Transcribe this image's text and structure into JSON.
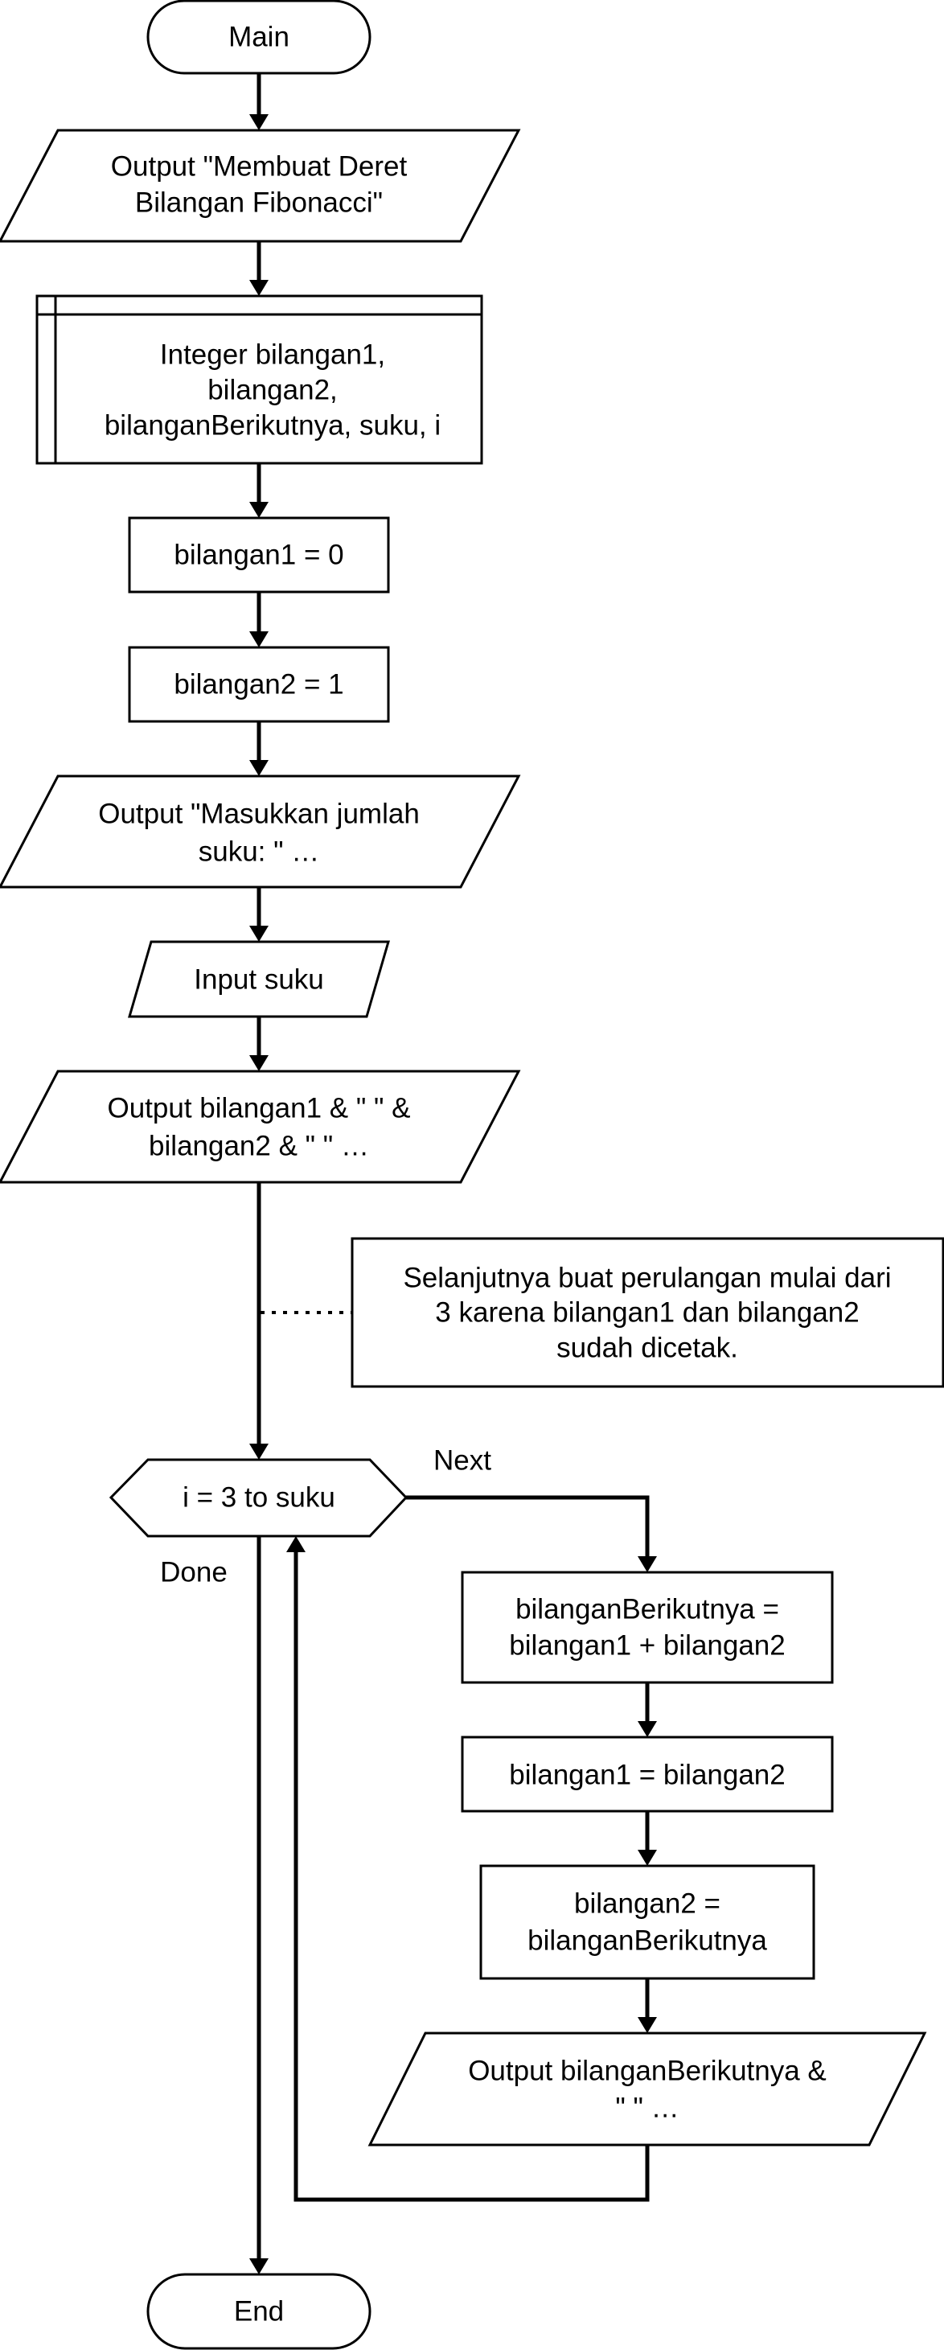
{
  "flowchart": {
    "start_label": "Main",
    "print_title": [
      "Output \"Membuat Deret",
      "Bilangan Fibonacci\""
    ],
    "declare_vars": [
      "Integer bilangan1,",
      "bilangan2,",
      "bilanganBerikutnya, suku, i"
    ],
    "assign_b1": "bilangan1 = 0",
    "assign_b2": "bilangan2 = 1",
    "prompt_output": [
      "Output \"Masukkan jumlah",
      "suku: \" …"
    ],
    "input_suku": "Input suku",
    "print_first_two": [
      "Output bilangan1 & \" \" &",
      "bilangan2 & \" \" …"
    ],
    "comment": [
      "Selanjutnya buat perulangan mulai dari",
      "3 karena bilangan1 dan bilangan2",
      "sudah dicetak."
    ],
    "loop_header": "i = 3 to suku",
    "loop_next_label": "Next",
    "loop_done_label": "Done",
    "compute_next": [
      "bilanganBerikutnya =",
      "bilangan1 + bilangan2"
    ],
    "shift_b1": "bilangan1 = bilangan2",
    "shift_b2": [
      "bilangan2 =",
      "bilanganBerikutnya"
    ],
    "print_next": [
      "Output bilanganBerikutnya &",
      "\" \" …"
    ],
    "end_label": "End"
  }
}
